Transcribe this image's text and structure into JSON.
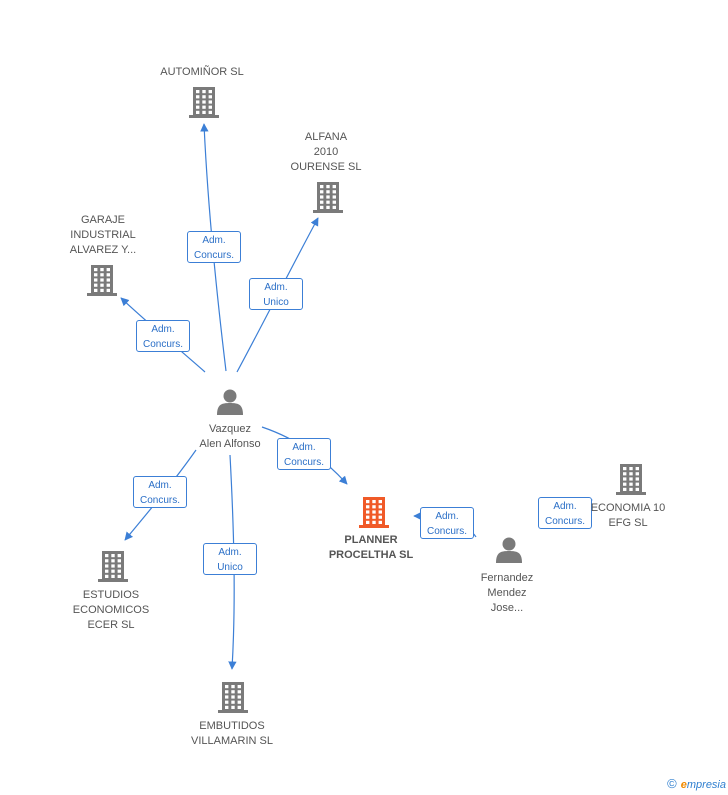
{
  "colors": {
    "edge": "#3c7fd6",
    "company_icon": "#7a7a7a",
    "focus_company_icon": "#f05a28",
    "person_icon": "#7a7a7a"
  },
  "nodes": [
    {
      "id": "autominor",
      "label": "AUTOMIÑOR  SL",
      "kind": "company"
    },
    {
      "id": "alfana",
      "label": "ALFANA\n2010\nOURENSE SL",
      "kind": "company"
    },
    {
      "id": "garaje",
      "label": "GARAJE\nINDUSTRIAL\nALVAREZ Y...",
      "kind": "company"
    },
    {
      "id": "vazquez",
      "label": "Vazquez\nAlen Alfonso",
      "kind": "person"
    },
    {
      "id": "planner",
      "label": "PLANNER\nPROCELTHA SL",
      "kind": "focus"
    },
    {
      "id": "economia",
      "label": "ECONOMIA 10\nEFG SL",
      "kind": "company"
    },
    {
      "id": "fernandez",
      "label": "Fernandez\nMendez\nJose...",
      "kind": "person"
    },
    {
      "id": "estudios",
      "label": "ESTUDIOS\nECONOMICOS\nECER SL",
      "kind": "company"
    },
    {
      "id": "embutidos",
      "label": "EMBUTIDOS\nVILLAMARIN SL",
      "kind": "company"
    }
  ],
  "edges": [
    {
      "from": "vazquez",
      "to": "autominor",
      "label": "Adm.\nConcurs."
    },
    {
      "from": "vazquez",
      "to": "alfana",
      "label": "Adm.\nUnico"
    },
    {
      "from": "vazquez",
      "to": "garaje",
      "label": "Adm.\nConcurs."
    },
    {
      "from": "vazquez",
      "to": "planner",
      "label": "Adm.\nConcurs."
    },
    {
      "from": "vazquez",
      "to": "estudios",
      "label": "Adm.\nConcurs."
    },
    {
      "from": "vazquez",
      "to": "embutidos",
      "label": "Adm.\nUnico"
    },
    {
      "from": "fernandez",
      "to": "planner",
      "label": "Adm.\nConcurs."
    },
    {
      "from": "fernandez",
      "to": "economia",
      "label": "Adm.\nConcurs."
    }
  ],
  "footer": {
    "copyright": "©",
    "brand_e": "e",
    "brand_rest": "mpresia"
  }
}
